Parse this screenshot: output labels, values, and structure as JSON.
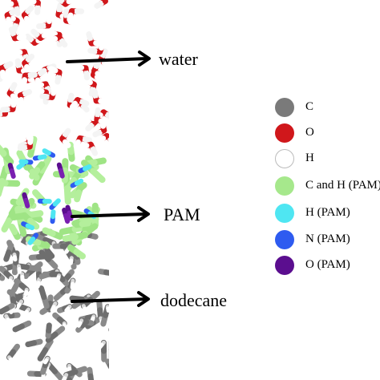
{
  "annotations": {
    "water": "water",
    "pam": "PAM",
    "dodecane": "dodecane"
  },
  "legend": [
    {
      "label": "C",
      "color": "#7a7a7a"
    },
    {
      "label": "O",
      "color": "#d0171b"
    },
    {
      "label": "H",
      "color": "#ffffff"
    },
    {
      "label": "C and H (PAM)",
      "color": "#a6e88c"
    },
    {
      "label": "H (PAM)",
      "color": "#4fe6f2"
    },
    {
      "label": "N (PAM)",
      "color": "#2e5bf0"
    },
    {
      "label": "O (PAM)",
      "color": "#5b0e8f"
    }
  ]
}
